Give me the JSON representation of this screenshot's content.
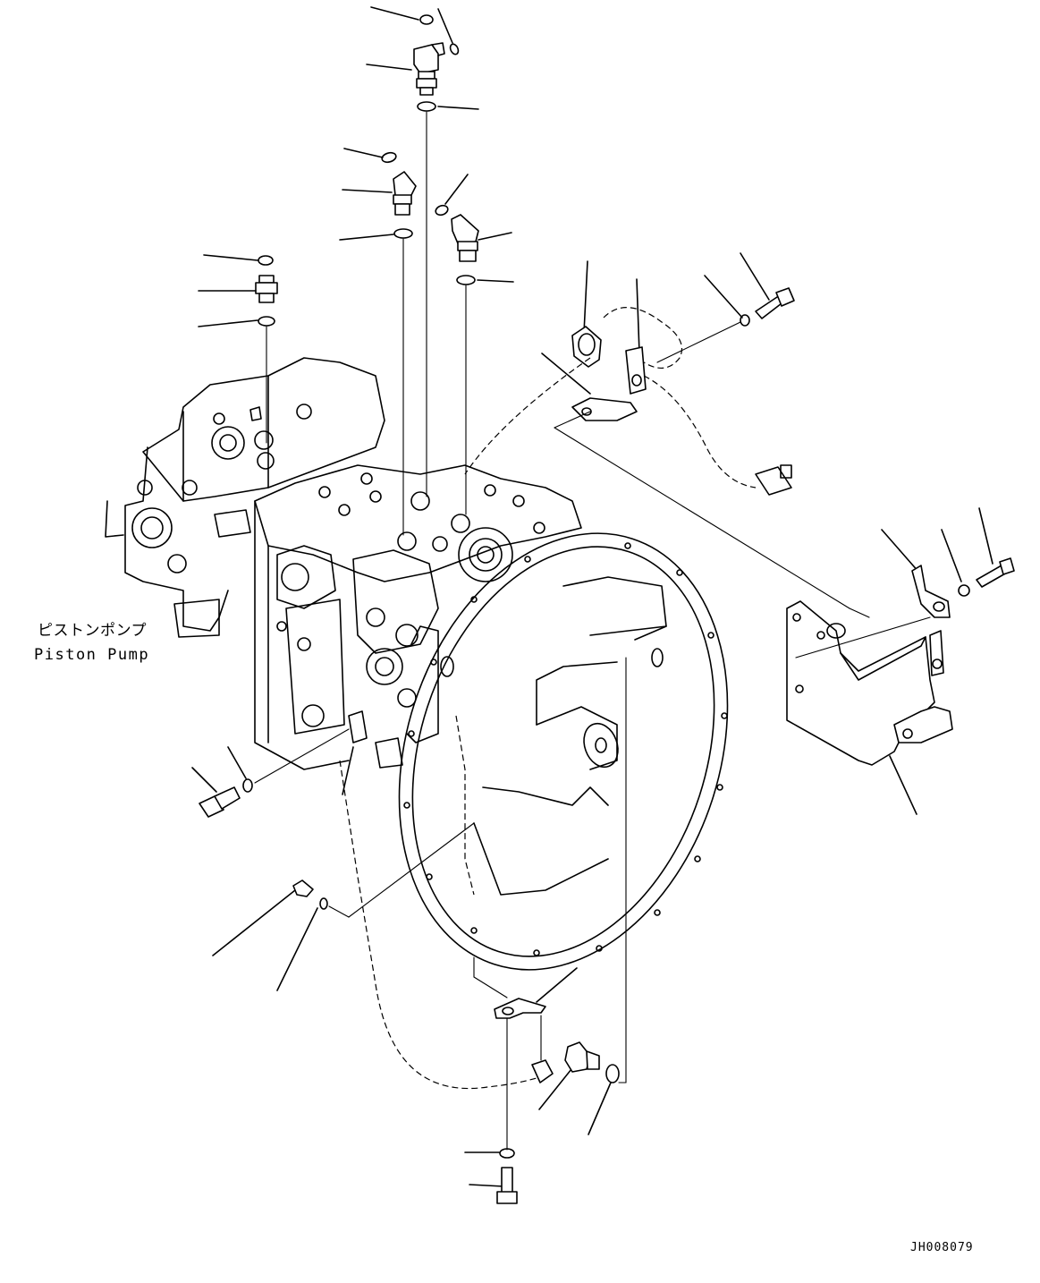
{
  "diagram": {
    "part_label_ja": "ピストンポンプ",
    "part_label_en": "Piston Pump",
    "drawing_code": "JH008079"
  }
}
